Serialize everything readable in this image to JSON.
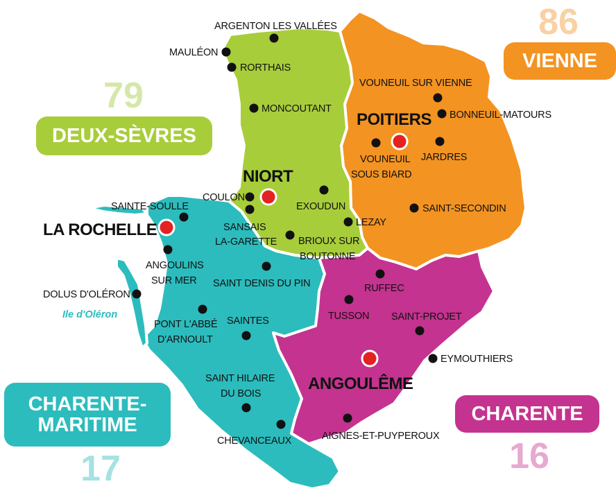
{
  "colors": {
    "vienne": "#f39322",
    "deux_sevres": "#a8cd3a",
    "charente_maritime": "#2cbcbd",
    "charente": "#c4338f",
    "vienne_number": "#f9d1a3",
    "deux_sevres_number": "#d6e8a9",
    "charente_maritime_number": "#a5e2e1",
    "charente_number": "#e6a9cf",
    "prefecture_dot": "#e32222",
    "city_dot": "#111111",
    "island_label": "#2cbcbd"
  },
  "departments": {
    "vienne": {
      "name": "VIENNE",
      "number": "86"
    },
    "deux_sevres": {
      "name": "DEUX-SÈVRES",
      "number": "79"
    },
    "charente_maritime": {
      "name_line1": "CHARENTE-",
      "name_line2": "MARITIME",
      "number": "17"
    },
    "charente": {
      "name": "CHARENTE",
      "number": "16"
    }
  },
  "prefectures": {
    "poitiers": "POITIERS",
    "niort": "NIORT",
    "la_rochelle": "LA ROCHELLE",
    "angouleme": "ANGOULÊME"
  },
  "cities": {
    "argenton": "ARGENTON LES VALLÉES",
    "mauleon": "MAULÉON",
    "rorthais": "RORTHAIS",
    "moncoutant": "MONCOUTANT",
    "coulon": "COULON",
    "exoudun": "EXOUDUN",
    "sansais_1": "SANSAIS",
    "sansais_2": "LA-GARETTE",
    "brioux_1": "BRIOUX SUR",
    "brioux_2": "BOUTONNE",
    "lezay": "LEZAY",
    "vouneuil_vienne": "VOUNEUIL SUR VIENNE",
    "bonneuil": "BONNEUIL-MATOURS",
    "vouneuil_biard_1": "VOUNEUIL",
    "vouneuil_biard_2": "SOUS BIARD",
    "jardres": "JARDRES",
    "saint_secondin": "SAINT-SECONDIN",
    "sainte_soulle": "SAINTE-SOULLE",
    "angoulins_1": "ANGOULINS",
    "angoulins_2": "SUR MER",
    "dolus": "DOLUS D'OLÉRON",
    "saint_denis": "SAINT DENIS DU PIN",
    "pont_labbe_1": "PONT L'ABBÉ",
    "pont_labbe_2": "D'ARNOULT",
    "saintes": "SAINTES",
    "saint_hilaire_1": "SAINT HILAIRE",
    "saint_hilaire_2": "DU BOIS",
    "chevanceaux": "CHEVANCEAUX",
    "ruffec": "RUFFEC",
    "tusson": "TUSSON",
    "saint_projet": "SAINT-PROJET",
    "eymouthiers": "EYMOUTHIERS",
    "aignes": "AIGNES-ET-PUYPEROUX"
  },
  "islands": {
    "oleron": "Ile d'Oléron"
  }
}
